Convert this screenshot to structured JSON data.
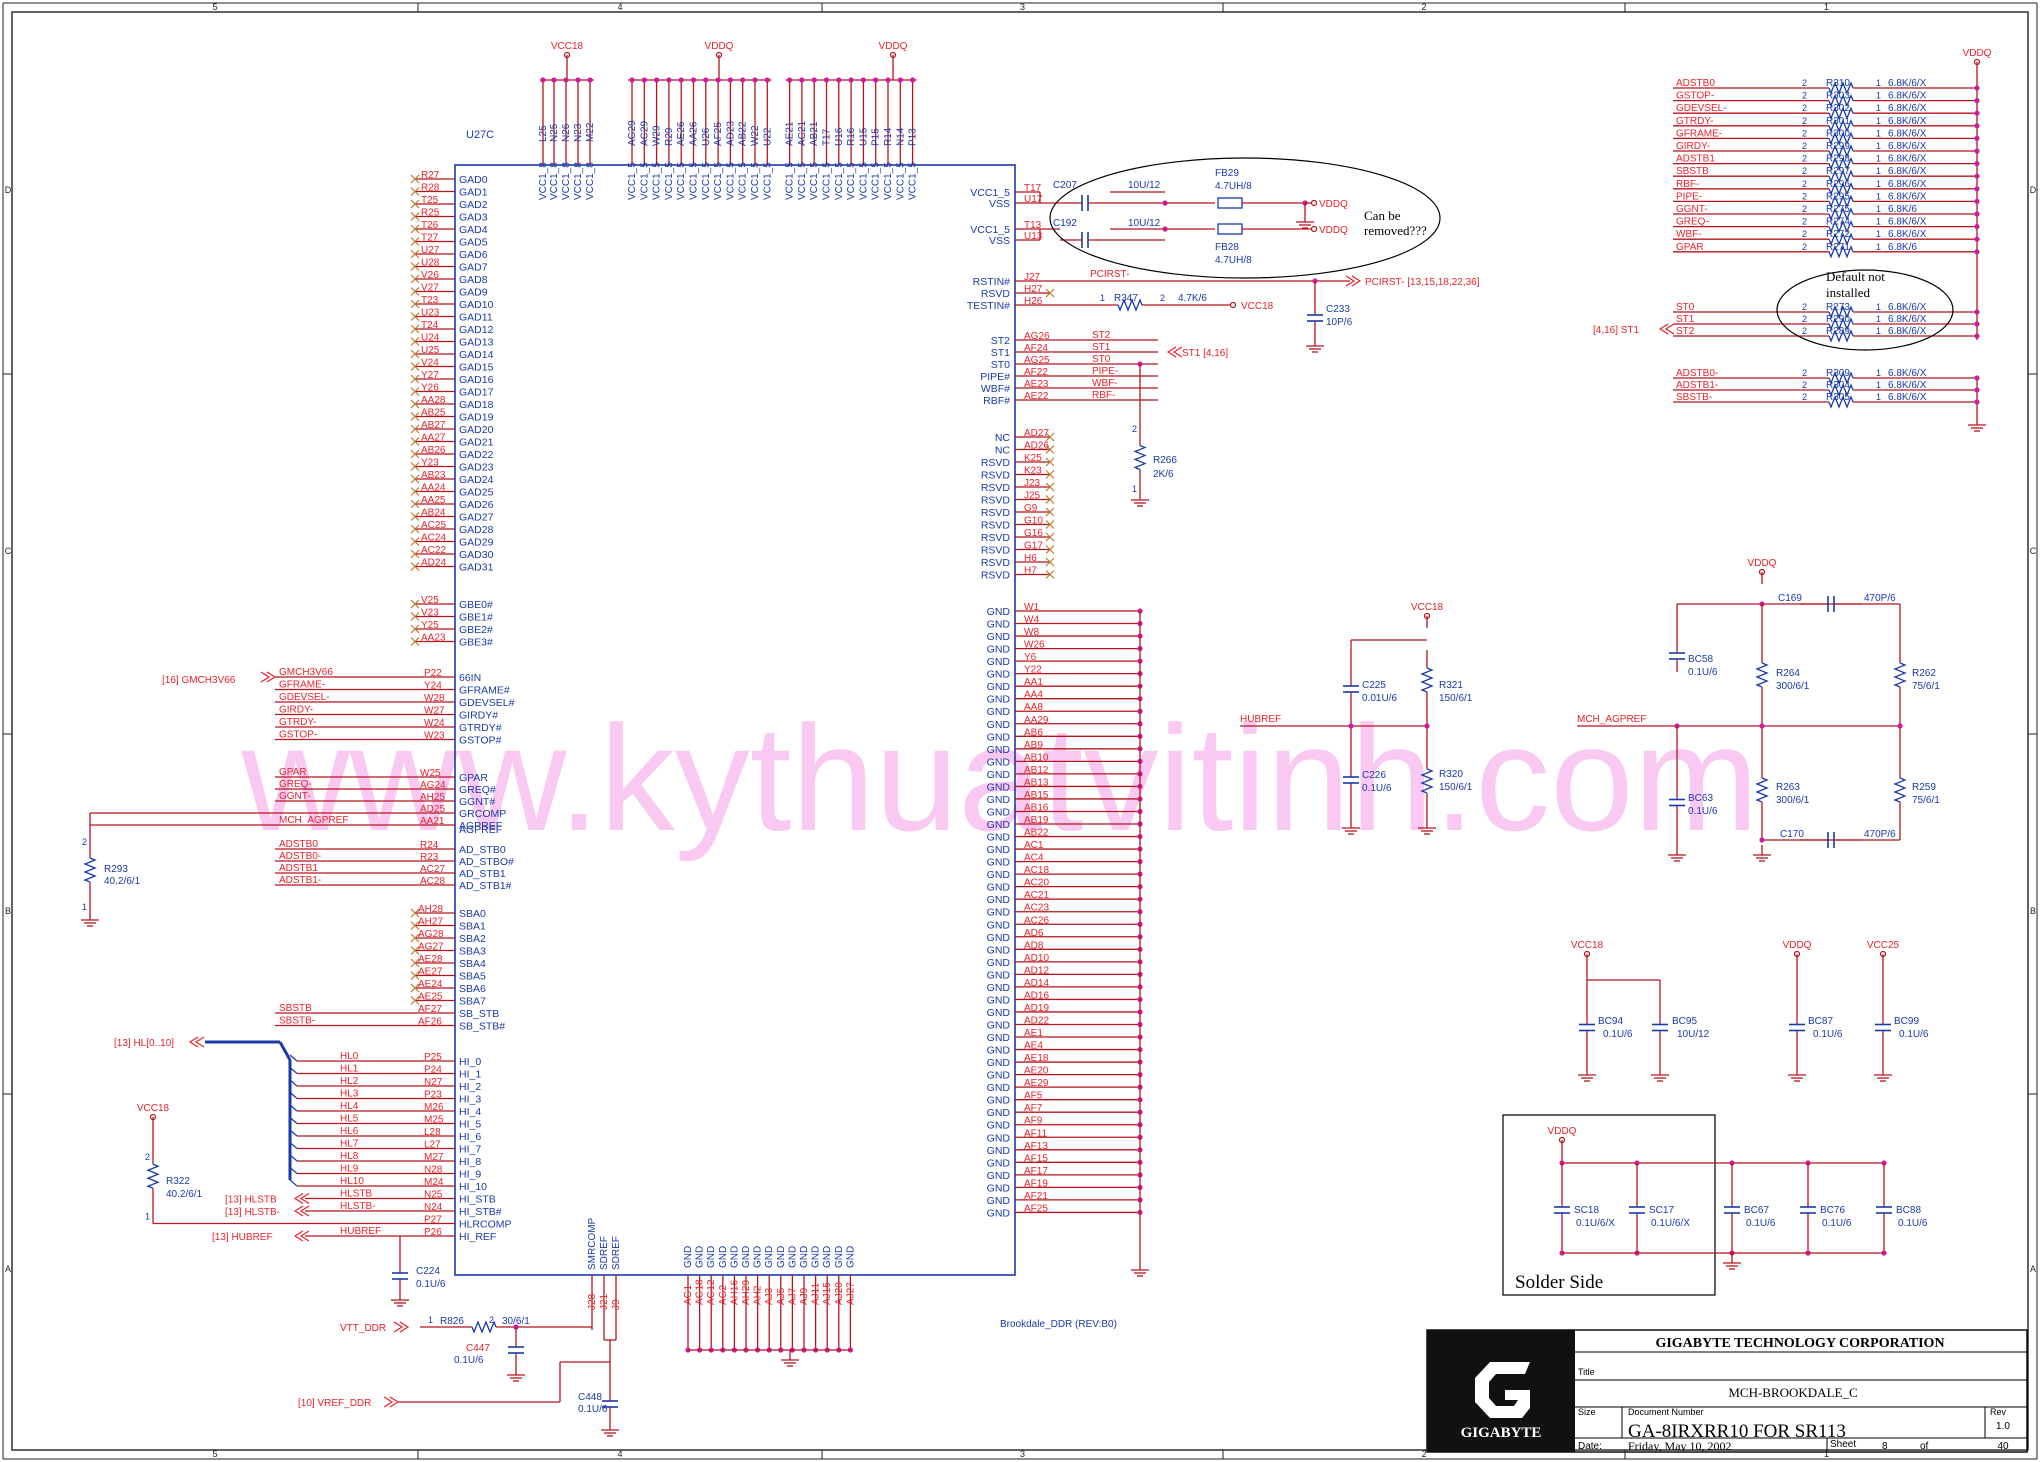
{
  "frame": {
    "top_cols": [
      "5",
      "4",
      "3",
      "2",
      "1"
    ],
    "bottom_cols": [
      "5",
      "4",
      "3",
      "2",
      "1"
    ],
    "rows": [
      "D",
      "C",
      "B",
      "A"
    ]
  },
  "watermark": "www.kythuatvitinh.com",
  "chip": {
    "ref": "U27C",
    "footer": "Brookdale_DDR (REV:B0)"
  },
  "power": {
    "vcc18_top": "VCC18",
    "vddq_top1": "VDDQ",
    "vddq_top2": "VDDQ",
    "vddq_right": "VDDQ",
    "vcc18_left": "VCC18",
    "vcc18_mid": "VCC18",
    "vddq_mid": "VDDQ",
    "vcc18_br": "VCC18",
    "vddq_br": "VDDQ",
    "vcc25_br": "VCC25",
    "vddq_solder": "VDDQ"
  },
  "top_pins": {
    "vcc18_pins": [
      "L25",
      "N25",
      "N26",
      "N23",
      "M22"
    ],
    "vcc18_names": [
      "VCC1_8",
      "VCC1_8",
      "VCC1_8",
      "VCC1_8",
      "VCC1_8"
    ],
    "vcc15_pins": [
      "AG29",
      "AC29",
      "W29",
      "R29",
      "AE26",
      "AA26",
      "U26",
      "AF25",
      "AD23",
      "AB22",
      "W22",
      "U22",
      "AE21",
      "AC21",
      "AB21",
      "T17",
      "U16",
      "R16",
      "U15",
      "P15",
      "R14",
      "N14",
      "P13"
    ],
    "vcc15_names": [
      "VCC1_5",
      "VCC1_5",
      "VCC1_5",
      "VCC1_5",
      "VCC1_5",
      "VCC1_5",
      "VCC1_5",
      "VCC1_5",
      "VCC1_5",
      "VCC1_5",
      "VCC1_5",
      "VCC1_5",
      "VCC1_5",
      "VCC1_5",
      "VCC1_5",
      "VCC1_5",
      "VCC1_5",
      "VCC1_5",
      "VCC1_5",
      "VCC1_5",
      "VCC1_5",
      "VCC1_5",
      "VCC1_5"
    ]
  },
  "left_gad": {
    "pins": [
      "R27",
      "R28",
      "T25",
      "R25",
      "T26",
      "T27",
      "U27",
      "U28",
      "V26",
      "V27",
      "T23",
      "U23",
      "T24",
      "U24",
      "U25",
      "V24",
      "Y27",
      "Y26",
      "AA28",
      "AB25",
      "AB27",
      "AA27",
      "AB26",
      "Y23",
      "AB23",
      "AA24",
      "AA25",
      "AB24",
      "AC25",
      "AC24",
      "AC22",
      "AD24"
    ],
    "names": [
      "GAD0",
      "GAD1",
      "GAD2",
      "GAD3",
      "GAD4",
      "GAD5",
      "GAD6",
      "GAD7",
      "GAD8",
      "GAD9",
      "GAD10",
      "GAD11",
      "GAD12",
      "GAD13",
      "GAD14",
      "GAD15",
      "GAD16",
      "GAD17",
      "GAD18",
      "GAD19",
      "GAD20",
      "GAD21",
      "GAD22",
      "GAD23",
      "GAD24",
      "GAD25",
      "GAD26",
      "GAD27",
      "GAD28",
      "GAD29",
      "GAD30",
      "GAD31"
    ]
  },
  "left_gbe": {
    "pins": [
      "V25",
      "V23",
      "Y25",
      "AA23"
    ],
    "names": [
      "GBE0#",
      "GBE1#",
      "GBE2#",
      "GBE3#"
    ]
  },
  "left_agp": {
    "pins": [
      "P22",
      "Y24",
      "W28",
      "W27",
      "W24",
      "W23"
    ],
    "names": [
      "66IN",
      "GFRAME#",
      "GDEVSEL#",
      "GIRDY#",
      "GTRDY#",
      "GSTOP#"
    ],
    "nets": [
      "GMCH3V66",
      "GFRAME-",
      "GDEVSEL-",
      "GIRDY-",
      "GTRDY-",
      "GSTOP-"
    ],
    "ext": "[16]  GMCH3V66"
  },
  "left_agp2": {
    "pins": [
      "W25",
      "AG24",
      "AH25",
      "AD25",
      "AA21",
      "",
      "R24",
      "R23",
      "AC27",
      "AC28"
    ],
    "names": [
      "GPAR",
      "GREQ#",
      "GGNT#",
      "GRCOMP",
      "AGPREF",
      "AD_STB0",
      "AD_STBO#",
      "AD_STB1",
      "AD_STB1#"
    ],
    "nets": [
      "GPAR",
      "GREQ-",
      "GGNT-",
      "",
      "MCH_AGPREF",
      "ADSTB0",
      "ADSTB0-",
      "ADSTB1",
      "ADSTB1-"
    ]
  },
  "r293": {
    "ref": "R293",
    "val": "40.2/6/1"
  },
  "left_sba": {
    "pins": [
      "AH28",
      "AH27",
      "AG28",
      "AG27",
      "AE28",
      "AE27",
      "AE24",
      "AE25",
      "AF27",
      "AF26"
    ],
    "names": [
      "SBA0",
      "SBA1",
      "SBA2",
      "SBA3",
      "SBA4",
      "SBA5",
      "SBA6",
      "SBA7",
      "SB_STB",
      "SB_STB#"
    ],
    "nets": [
      "",
      "",
      "",
      "",
      "",
      "",
      "",
      "",
      "SBSTB",
      "SBSTB-"
    ]
  },
  "hl": {
    "bus": "[13]  HL[0..10]",
    "nets": [
      "HL0",
      "HL1",
      "HL2",
      "HL3",
      "HL4",
      "HL5",
      "HL6",
      "HL7",
      "HL8",
      "HL9",
      "HL10"
    ],
    "pins": [
      "P25",
      "P24",
      "N27",
      "P23",
      "M26",
      "M25",
      "L28",
      "L27",
      "M27",
      "N28",
      "M24",
      "N25",
      "N24",
      "P27",
      "P26"
    ],
    "names": [
      "HI_0",
      "HI_1",
      "HI_2",
      "HI_3",
      "HI_4",
      "HI_5",
      "HI_6",
      "HI_7",
      "HI_8",
      "HI_9",
      "HI_10",
      "HI_STB",
      "HI_STB#",
      "HLRCOMP",
      "HI_REF"
    ],
    "hlstb": "HLSTB",
    "hlstbn": "HLSTB-",
    "hlstb_ext": "[13]  HLSTB",
    "hlstbn_ext": "[13]  HLSTB-",
    "hubref": "HUBREF",
    "hubref_ext": "[13]  HUBREF"
  },
  "r322": {
    "ref": "R322",
    "val": "40.2/6/1"
  },
  "c224": {
    "ref": "C224",
    "val": "0.1U/6"
  },
  "bottom": {
    "names": [
      "SMRCOMP",
      "SDREF",
      "SDREF"
    ],
    "pins": [
      "J28",
      "J21",
      "J9"
    ],
    "gnd_pins": [
      "AG1",
      "AG18",
      "AG12",
      "AG2",
      "AH16",
      "AH29",
      "AH2",
      "AJ3",
      "AJ5",
      "AJ7",
      "AJ9",
      "AJ11",
      "AJ15",
      "AJ20",
      "AJ27"
    ],
    "gnd_name": "GND",
    "vtt": "VTT_DDR",
    "r826": {
      "ref": "R826",
      "val": "30/6/1"
    },
    "c447": {
      "ref": "C447",
      "val": "0.1U/6"
    },
    "c448": {
      "ref": "C448",
      "val": "0.1U/6"
    },
    "vref": "[10]  VREF_DDR"
  },
  "right_top": {
    "pins": [
      "T17",
      "U17",
      "T13",
      "U13"
    ],
    "names": [
      "VCC1_5",
      "VSS",
      "VCC1_5",
      "VSS"
    ],
    "c207": {
      "ref": "C207",
      "val": "10U/12"
    },
    "c192": {
      "ref": "C192",
      "val": "10U/12"
    },
    "fb29": {
      "ref": "FB29",
      "val": "4.7UH/8"
    },
    "fb28": {
      "ref": "FB28",
      "val": "4.7UH/8"
    },
    "vddq1": "VDDQ",
    "vddq2": "VDDQ",
    "note": [
      "Can be",
      "removed???"
    ]
  },
  "right_ctrl": {
    "pins": [
      "J27",
      "H27",
      "H26"
    ],
    "names": [
      "RSTIN#",
      "RSVD",
      "TESTIN#"
    ],
    "pcirst": "PCIRST-",
    "pcirst_ext": "PCIRST-  [13,15,18,22,36]",
    "r347": {
      "ref": "R347",
      "val": "4.7K/6"
    },
    "vcc18": "VCC18",
    "c233": {
      "ref": "C233",
      "val": "10P/6"
    }
  },
  "right_st": {
    "pins": [
      "AG26",
      "AF24",
      "AG25",
      "AF22",
      "AE23",
      "AE22"
    ],
    "names": [
      "ST2",
      "ST1",
      "ST0",
      "PIPE#",
      "WBF#",
      "RBF#"
    ],
    "nets": [
      "ST2",
      "ST1",
      "ST0",
      "PIPE-",
      "WBF-",
      "RBF-"
    ],
    "ext": "ST1 [4,16]",
    "r266": {
      "ref": "R266",
      "val": "2K/6"
    }
  },
  "right_nc": {
    "pins": [
      "AD27",
      "AD26",
      "K25",
      "K23",
      "J23",
      "J25",
      "G9",
      "G10",
      "G16",
      "G17",
      "H6",
      "H7"
    ],
    "names": [
      "NC",
      "NC",
      "RSVD",
      "RSVD",
      "RSVD",
      "RSVD",
      "RSVD",
      "RSVD",
      "RSVD",
      "RSVD",
      "RSVD",
      "RSVD"
    ]
  },
  "right_gnd": {
    "pins": [
      "W1",
      "W4",
      "W8",
      "W26",
      "Y6",
      "Y22",
      "AA1",
      "AA4",
      "AA8",
      "AA29",
      "AB6",
      "AB9",
      "AB10",
      "AB12",
      "AB13",
      "AB15",
      "AB16",
      "AB19",
      "AB22",
      "AC1",
      "AC4",
      "AC18",
      "AC20",
      "AC21",
      "AC23",
      "AC26",
      "AD6",
      "AD8",
      "AD10",
      "AD12",
      "AD14",
      "AD16",
      "AD19",
      "AD22",
      "AE1",
      "AE4",
      "AE18",
      "AE20",
      "AE29",
      "AF5",
      "AF7",
      "AF9",
      "AF11",
      "AF13",
      "AF15",
      "AF17",
      "AF19",
      "AF21",
      "AF25"
    ],
    "name": "GND"
  },
  "pullups": {
    "nets": [
      "ADSTB0",
      "GSTOP-",
      "GDEVSEL-",
      "GTRDY-",
      "GFRAME-",
      "GIRDY-",
      "ADSTB1",
      "SBSTB",
      "RBF-",
      "PIPE-",
      "GGNT-",
      "GREQ-",
      "WBF-",
      "GPAR"
    ],
    "refs": [
      "R310",
      "R303",
      "R302",
      "R301",
      "R300",
      "R299",
      "R298",
      "R297",
      "R296",
      "R295",
      "R275",
      "R274",
      "R272",
      "R271"
    ],
    "vals": [
      "6.8K/6/X",
      "6.8K/6/X",
      "6.8K/6/X",
      "6.8K/6/X",
      "6.8K/6/X",
      "6.8K/6/X",
      "6.8K/6/X",
      "6.8K/6/X",
      "6.8K/6/X",
      "6.8K/6/X",
      "6.8K/6",
      "6.8K/6/X",
      "6.8K/6/X",
      "6.8K/6"
    ],
    "st_nets": [
      "ST0",
      "ST1",
      "ST2"
    ],
    "st_refs": [
      "R273",
      "R290",
      "R289"
    ],
    "st_vals": [
      "6.8K/6/X",
      "6.8K/6/X",
      "6.8K/6/X"
    ],
    "st_ext": "[4,16]  ST1",
    "dn_nets": [
      "ADSTB0-",
      "ADSTB1-",
      "SBSTB-"
    ],
    "dn_refs": [
      "R309",
      "R304",
      "R305"
    ],
    "dn_vals": [
      "6.8K/6/X",
      "6.8K/6/X",
      "6.8K/6/X"
    ],
    "note": [
      "Default not",
      "installed"
    ],
    "pin1": "1",
    "pin2": "2"
  },
  "hubref_div": {
    "net": "HUBREF",
    "c225": {
      "ref": "C225",
      "val": "0.01U/6"
    },
    "r321": {
      "ref": "R321",
      "val": "150/6/1"
    },
    "c226": {
      "ref": "C226",
      "val": "0.1U/6"
    },
    "r320": {
      "ref": "R320",
      "val": "150/6/1"
    }
  },
  "agpref_div": {
    "net": "MCH_AGPREF",
    "c169": {
      "ref": "C169",
      "val": "470P/6"
    },
    "bc58": {
      "ref": "BC58",
      "val": "0.1U/6"
    },
    "r264": {
      "ref": "R264",
      "val": "300/6/1"
    },
    "r262": {
      "ref": "R262",
      "val": "75/6/1"
    },
    "bc63": {
      "ref": "BC63",
      "val": "0.1U/6"
    },
    "r263": {
      "ref": "R263",
      "val": "300/6/1"
    },
    "r259": {
      "ref": "R259",
      "val": "75/6/1"
    },
    "c170": {
      "ref": "C170",
      "val": "470P/6"
    }
  },
  "decaps": {
    "bc94": {
      "ref": "BC94",
      "val": "0.1U/6"
    },
    "bc95": {
      "ref": "BC95",
      "val": "10U/12"
    },
    "bc87": {
      "ref": "BC87",
      "val": "0.1U/6"
    },
    "bc99": {
      "ref": "BC99",
      "val": "0.1U/6"
    }
  },
  "solder": {
    "label": "Solder Side",
    "caps": [
      {
        "ref": "SC18",
        "val": "0.1U/6/X"
      },
      {
        "ref": "SC17",
        "val": "0.1U/6/X"
      },
      {
        "ref": "BC67",
        "val": "0.1U/6"
      },
      {
        "ref": "BC76",
        "val": "0.1U/6"
      },
      {
        "ref": "BC88",
        "val": "0.1U/6"
      }
    ]
  },
  "titleblock": {
    "company": "GIGABYTE TECHNOLOGY CORPORATION",
    "title_label": "Title",
    "title": "MCH-BROOKDALE_C",
    "size_label": "Size",
    "docnum_label": "Document Number",
    "docnum": "GA-8IRXRR10 FOR SR113",
    "rev_label": "Rev",
    "rev": "1.0",
    "date_label": "Date:",
    "date": "Friday, May 10, 2002",
    "sheet_label": "Sheet",
    "sheet": "8",
    "of_label": "of",
    "total": "40",
    "logo_text": "GIGABYTE"
  },
  "colors": {
    "red": "#e8222b",
    "blue": "#1a3aa8",
    "magenta": "#d01c9c",
    "wire": "#b5161d",
    "watermark": "#f7b7ee"
  }
}
